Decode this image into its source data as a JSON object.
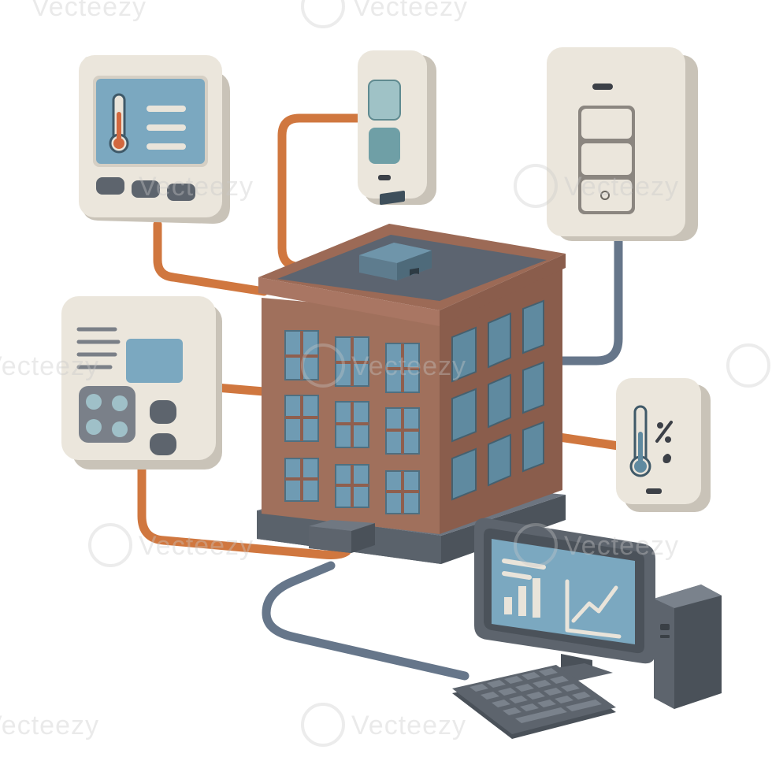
{
  "illustration": {
    "subject": "smart building management system",
    "palette": {
      "background": "#ffffff",
      "building_brick": "#a0705c",
      "building_side": "#8a5d4c",
      "roof": "#5c6470",
      "window_glass": "#6f9bb3",
      "device_shell": "#e9e4da",
      "device_shell_shadow": "#c9c3b8",
      "screen_blue": "#7ba8c0",
      "cable_orange": "#d0773f",
      "cable_slate": "#66768a",
      "computer_grey": "#5d646d",
      "thermometer_red": "#d2683f"
    },
    "devices": [
      {
        "id": "thermostat-panel",
        "icon": "thermometer-icon"
      },
      {
        "id": "light-switch-small",
        "icon": "rocker-switch-icon"
      },
      {
        "id": "light-switch-triple",
        "icon": "triple-switch-icon"
      },
      {
        "id": "control-keypad",
        "icon": "keypad-icon"
      },
      {
        "id": "humidity-sensor",
        "icon": "thermometer-percent-icon"
      },
      {
        "id": "monitoring-computer",
        "icon": "analytics-chart-icon"
      }
    ]
  },
  "watermark": {
    "text": "Vecteezy"
  }
}
